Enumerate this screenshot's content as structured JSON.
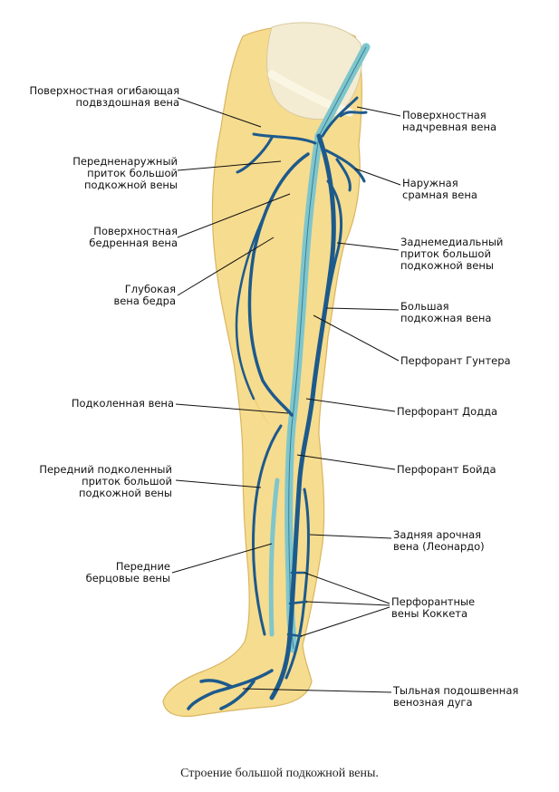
{
  "caption": "Строение большой подкожной вены.",
  "colors": {
    "skin": "#f6dc8f",
    "skin_shade": "#eec86a",
    "bone": "#f3ecd2",
    "deep_vein": "#7fc6cc",
    "superficial_vein": "#1d5a8c",
    "leader": "#111111"
  },
  "labels": {
    "left": {
      "superficial_circumflex_iliac": "Поверхностная огибающая\nподвздошная вена",
      "anterolateral_tributary": "Передненаружный\nприток большой\nподкожной вены",
      "superficial_femoral": "Поверхностная\nбедренная вена",
      "deep_femoral": "Глубокая\nвена бедра",
      "popliteal": "Подколенная вена",
      "anterior_popliteal_tributary": "Передний подколенный\nприток большой\nподкожной вены",
      "anterior_tibial": "Передние\nберцовые вены"
    },
    "right": {
      "superficial_epigastric": "Поверхностная\nнадчревная вена",
      "external_pudendal": "Наружная\nсрамная вена",
      "posteromedial_tributary": "Заднемедиальный\nприток большой\nподкожной вены",
      "great_saphenous": "Большая\nподкожная вена",
      "hunter_perforator": "Перфорант Гунтера",
      "dodd_perforator": "Перфорант Додда",
      "boyd_perforator": "Перфорант Бойда",
      "posterior_arch": "Задняя арочная\nвена (Леонардо)",
      "cockett_perforators": "Перфорантные\nвены Коккета",
      "dorsal_venous_arch": "Тыльная подошвенная\nвенозная дуга"
    }
  }
}
